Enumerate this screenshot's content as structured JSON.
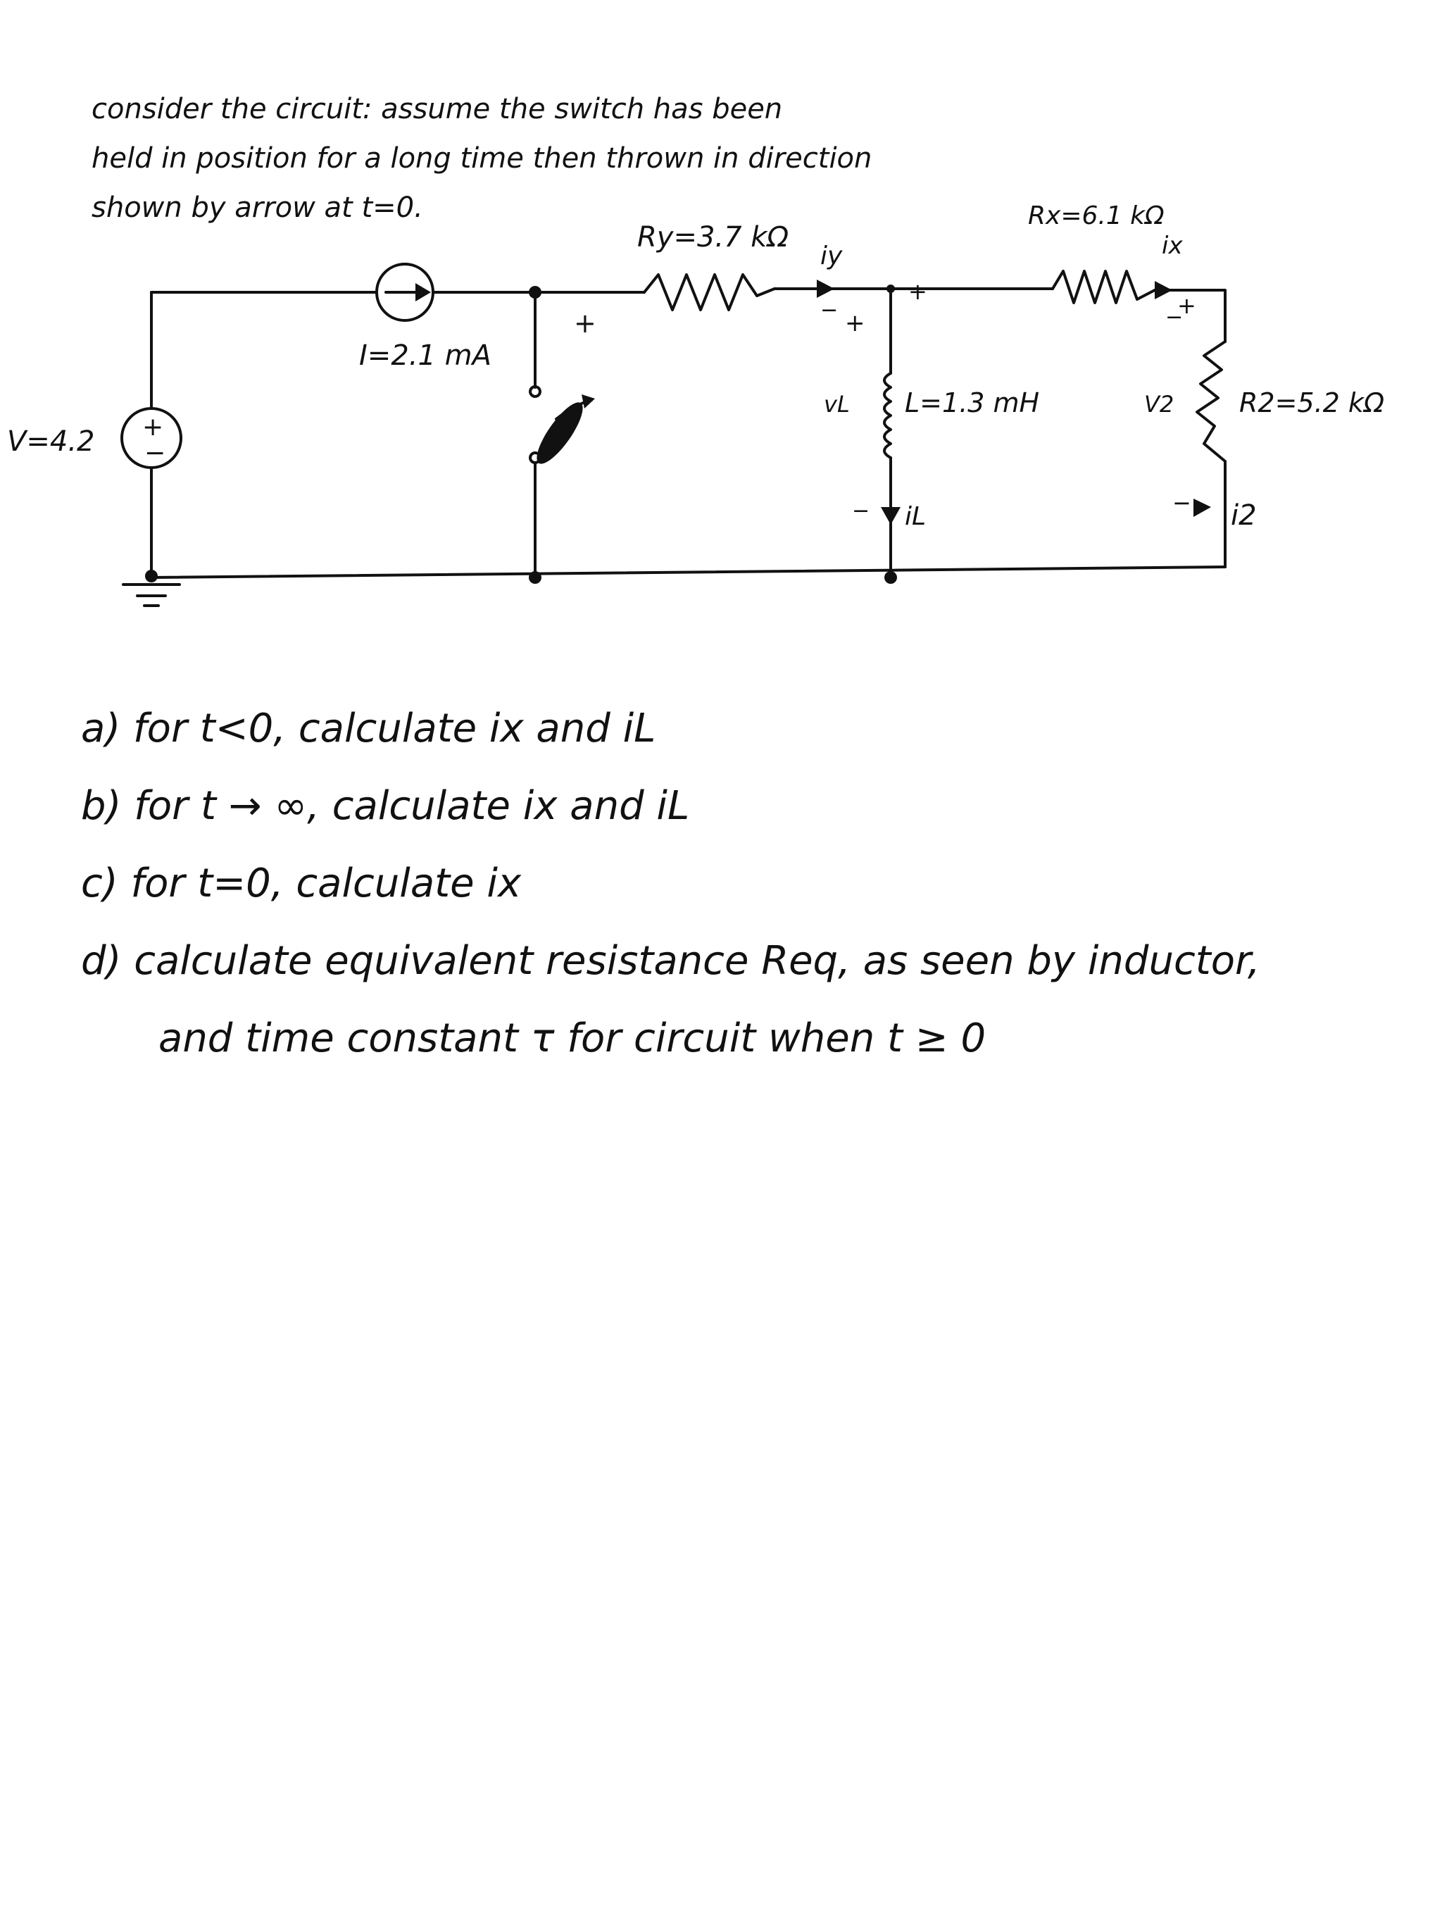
{
  "intro": {
    "line1": "consider the circuit: assume the switch has been",
    "line2": "held in position for a long time then thrown in direction",
    "line3": "shown by arrow at t=0."
  },
  "circuit": {
    "source_voltage_label": "V=4.2",
    "source_plus": "+",
    "source_minus": "−",
    "current_source_label": "I=2.1 mA",
    "switch_plus": "+",
    "ry_label": "Ry=3.7 kΩ",
    "iy_label": "iy",
    "vl_label": "vL",
    "vl_plus": "+",
    "vl_minus": "−",
    "node_plus": "+",
    "inductor_label": "L=1.3 mH",
    "il_label": "iL",
    "rx_label": "Rx=6.1 kΩ",
    "ix_label": "ix",
    "v2_label": "V2",
    "v2_plus": "+",
    "v2_minus": "−",
    "rx_minus": "−",
    "r2_label": "R2=5.2 kΩ",
    "i2_label": "i2"
  },
  "questions": [
    "a) for t<0, calculate ix and iL",
    "b) for t → ∞, calculate ix and iL",
    "c) for t=0, calculate ix",
    "d) calculate equivalent resistance Req, as seen by inductor,",
    "and time constant τ for circuit when t ≥ 0"
  ]
}
